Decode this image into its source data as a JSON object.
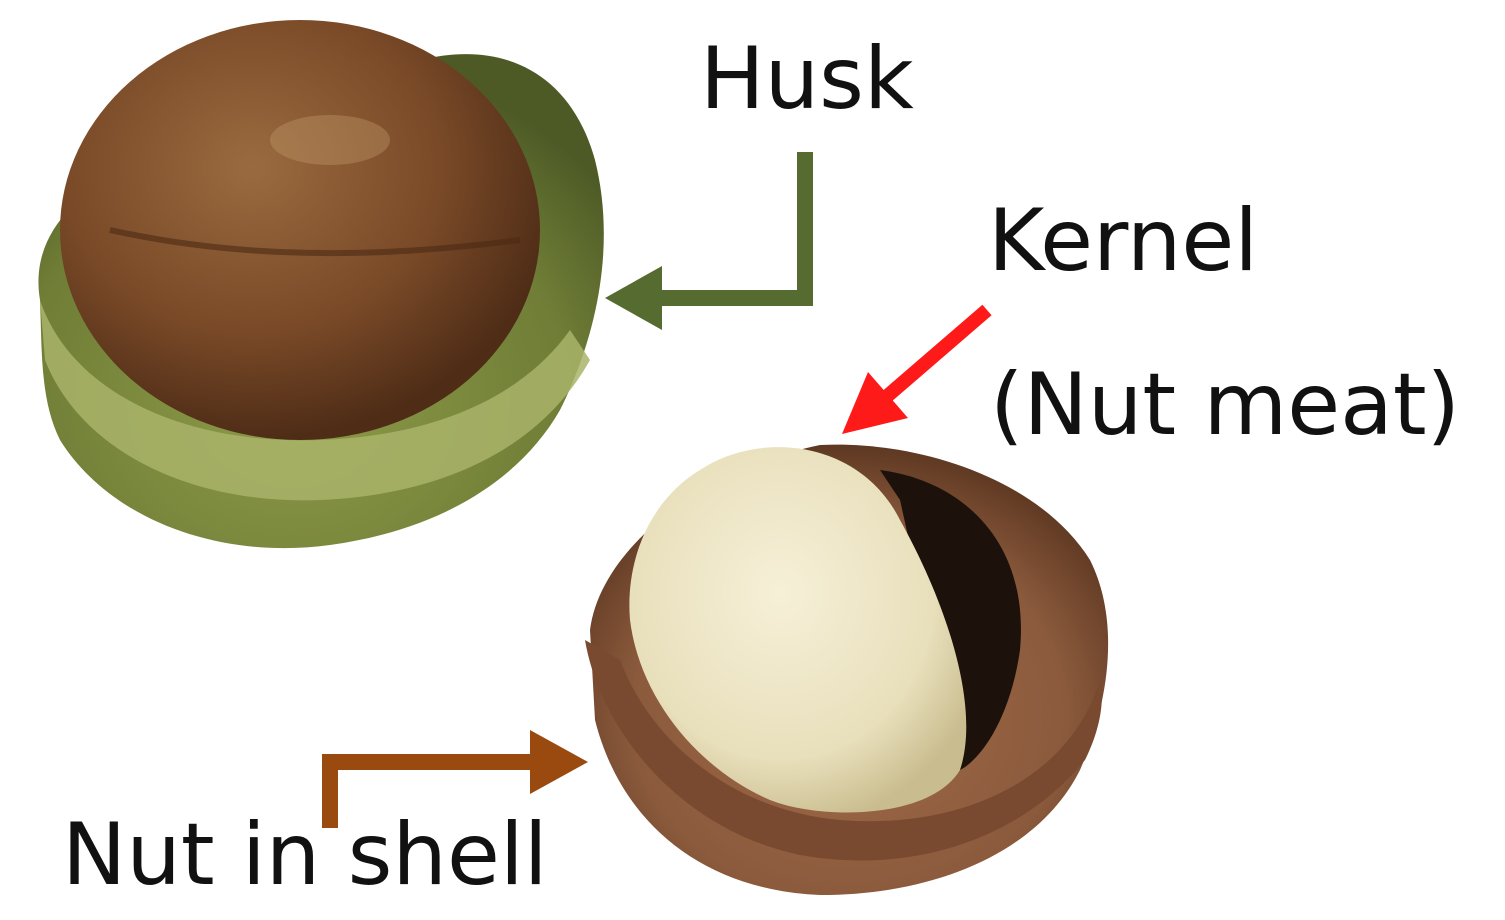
{
  "labels": {
    "husk": "Husk",
    "kernel": "Kernel",
    "nut_meat": "(Nut meat)",
    "nut_in_shell": "Nut in shell"
  },
  "colors": {
    "husk_arrow": "#556b2f",
    "kernel_arrow": "#ff1a1a",
    "shell_arrow": "#9a4a0e",
    "husk_green": "#7b8b3d",
    "nut_brown": "#7a4a28",
    "shell_brown": "#8b5a3c",
    "kernel_cream": "#efe7c8"
  },
  "objects": {
    "upper_nut": "macadamia-in-green-husk",
    "lower_nut": "cracked-shell-with-kernel"
  }
}
